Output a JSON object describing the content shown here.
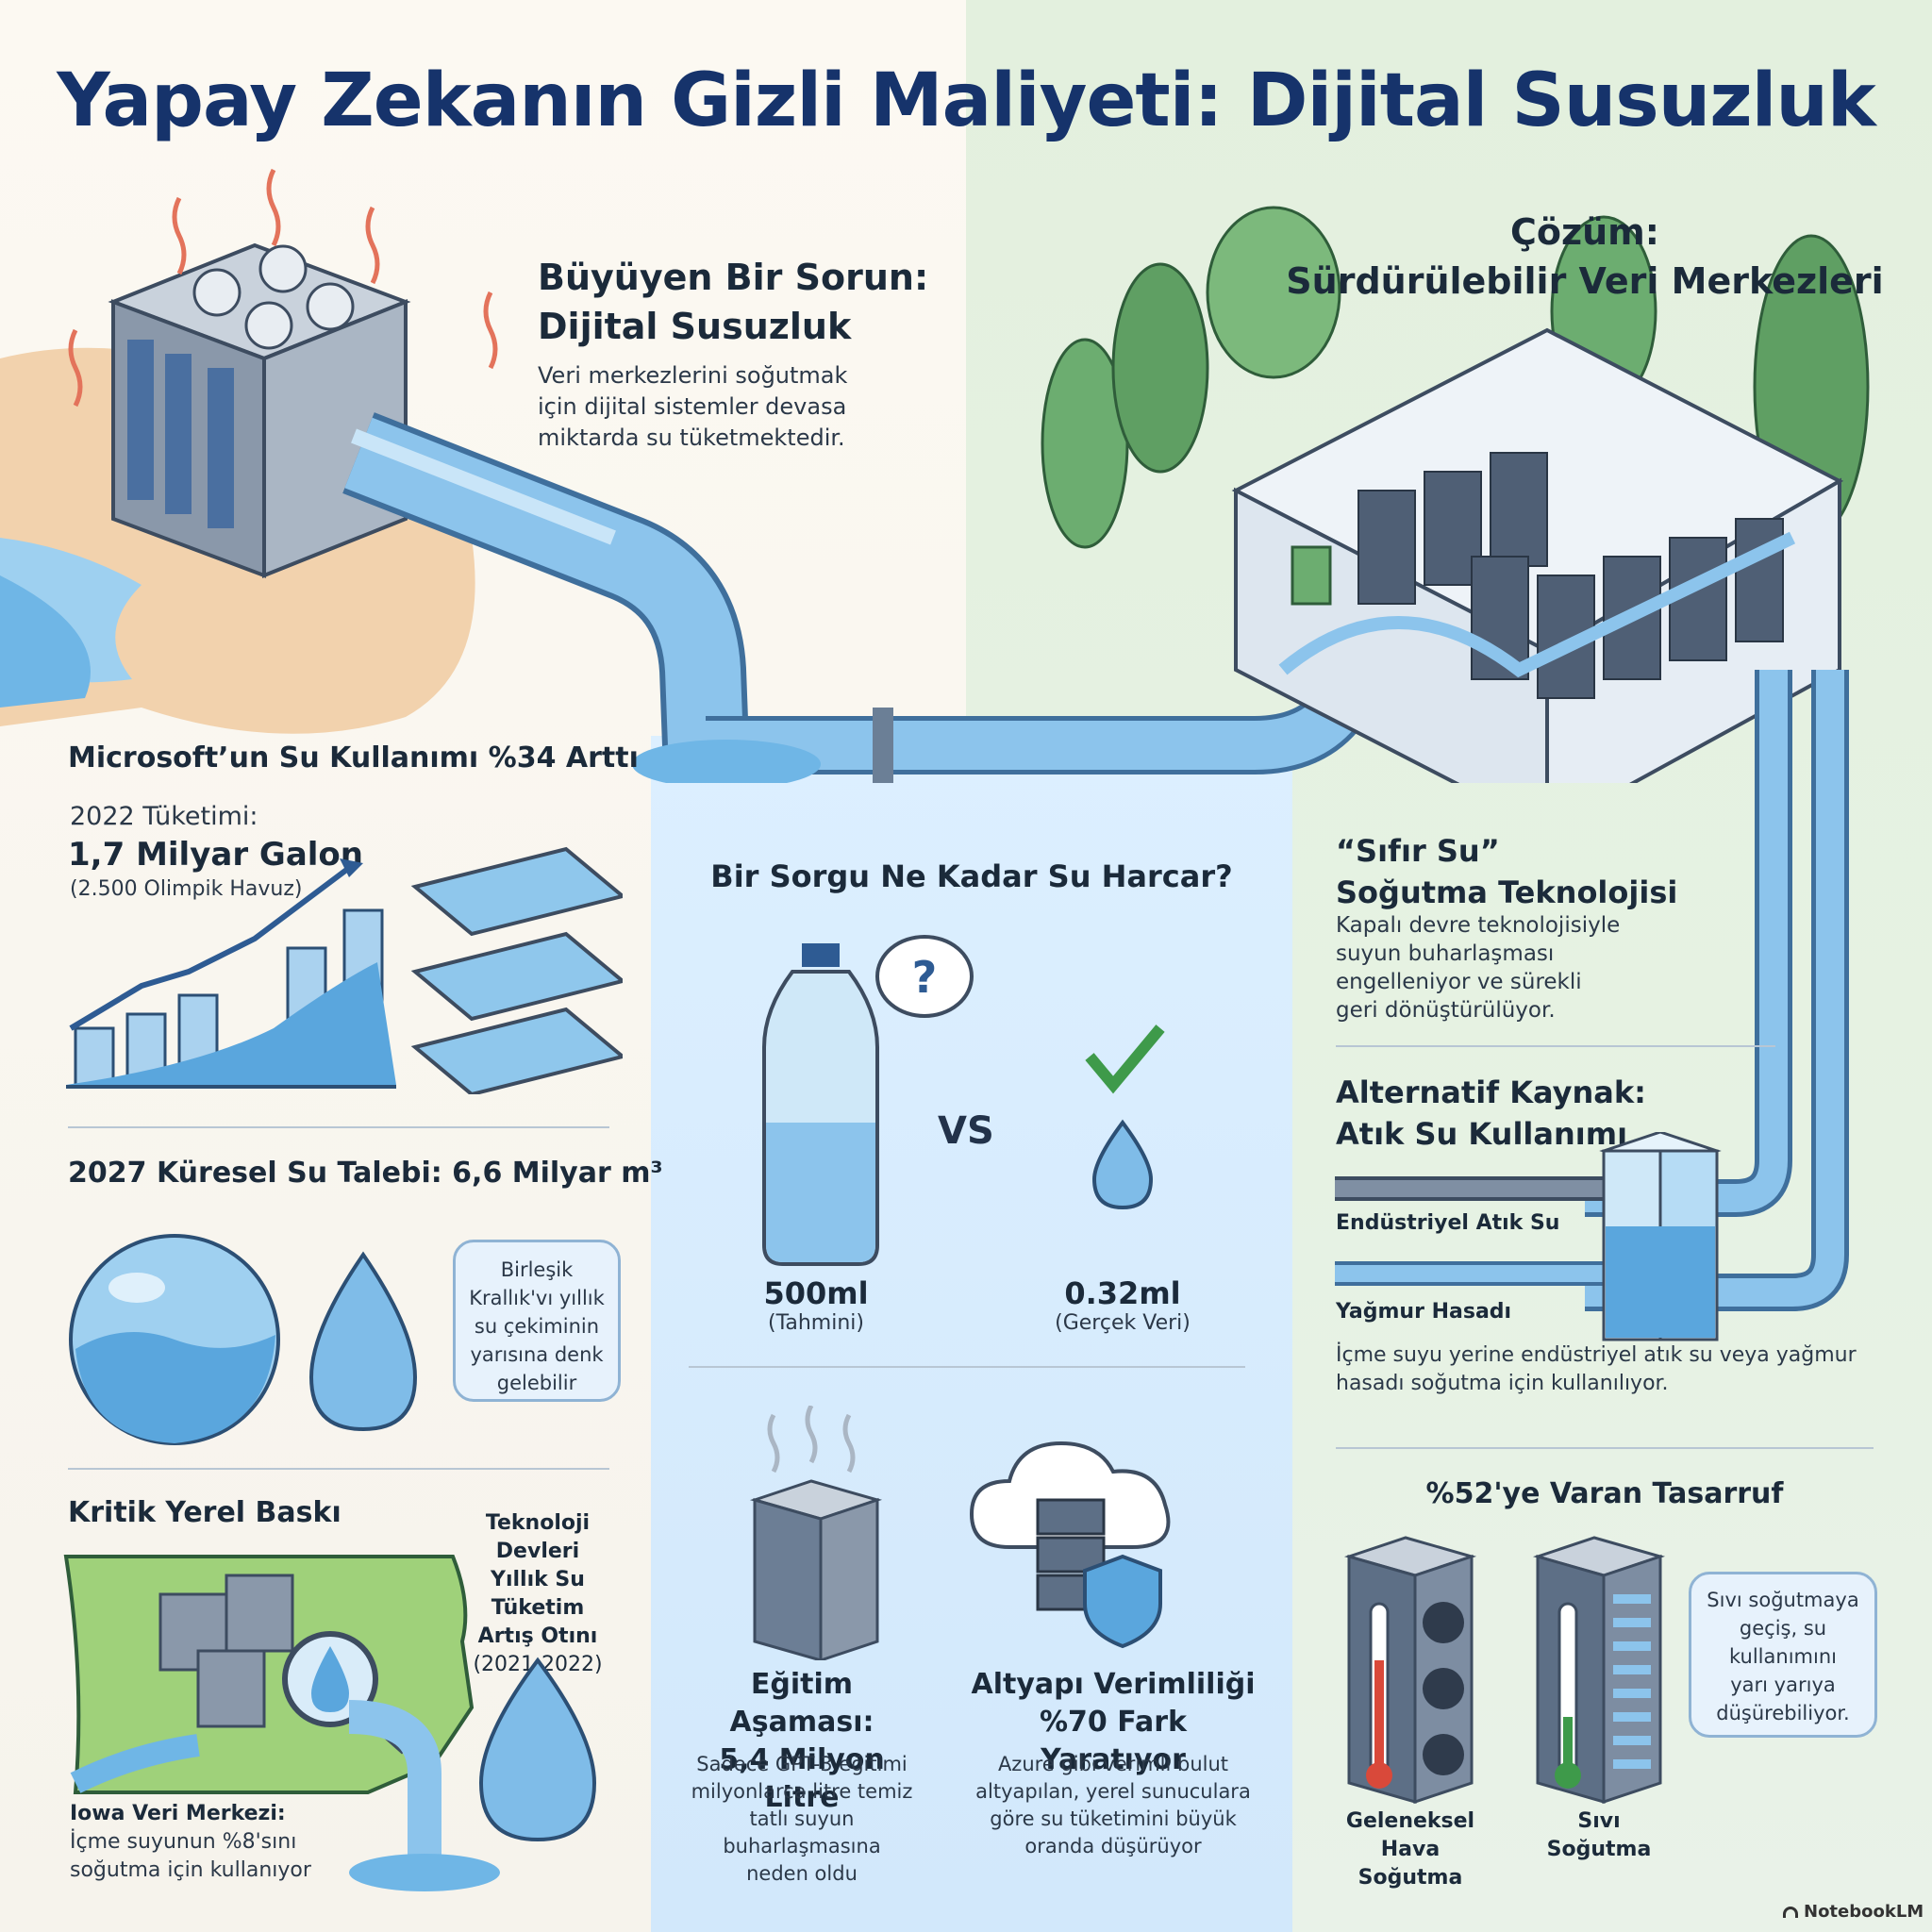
{
  "title": "Yapay Zekanın Gizli Maliyeti: Dijital Susuzluk",
  "problem": {
    "heading_line1": "Büyüyen Bir Sorun:",
    "heading_line2": "Dijital Susuzluk",
    "text_line1": "Veri merkezlerini soğutmak",
    "text_line2": "için dijital sistemler devasa",
    "text_line3": "miktarda su tüketmektedir."
  },
  "microsoft": {
    "heading": "Microsoft’un Su Kullanımı %34 Arttı",
    "label": "2022 Tüketimi:",
    "value": "1,7 Milyar Galon",
    "note": "(2.500 Olimpik Havuz)"
  },
  "global": {
    "heading": "2027 Küresel Su Talebi: 6,6 Milyar m³",
    "bubble_line1": "Birleşik",
    "bubble_line2": "Krallık'vı yıllık",
    "bubble_line3": "su çekiminin",
    "bubble_line4": "yarısına denk",
    "bubble_line5": "gelebilir"
  },
  "local": {
    "heading": "Kritik Yerel Baskı",
    "tech_line1": "Teknoloji Devleri",
    "tech_line2": "Yıllık Su Tüketim",
    "tech_line3": "Artış Otını",
    "tech_line4": "(2021-2022)",
    "iowa_line1": "Iowa Veri Merkezi:",
    "iowa_line2": "İçme suyunun %8'sını",
    "iowa_line3": "soğutma için kullanıyor"
  },
  "query": {
    "heading": "Bir Sorgu Ne Kadar Su Harcar?",
    "question": "?",
    "vs": "VS",
    "left_value": "500ml",
    "left_note": "(Tahmini)",
    "right_value": "0.32ml",
    "right_note": "(Gerçek Veri)"
  },
  "training": {
    "heading_line1": "Eğitim Aşaması:",
    "heading_line2": "5,4 Milyon Litre",
    "text_line1": "Sadece GPT-3 eğitimi",
    "text_line2": "milyonlarca litre temiz",
    "text_line3": "tatlı suyun buharlaşmasına",
    "text_line4": "neden oldu"
  },
  "infra": {
    "heading_line1": "Altyapı Verimliliği",
    "heading_line2": "%70 Fark Yaratıyor",
    "text_line1": "Azure gibi verimli bulut",
    "text_line2": "altyapılan, yerel sunuculara",
    "text_line3": "göre su tüketimini büyük",
    "text_line4": "oranda düşürüyor"
  },
  "solution": {
    "heading_line1": "Çözüm:",
    "heading_line2": "Sürdürülebilir Veri Merkezleri"
  },
  "zero": {
    "heading_line1": "“Sıfır Su”",
    "heading_line2": "Soğutma Teknolojisi",
    "text_line1": "Kapalı devre teknolojisiyle",
    "text_line2": "suyun buharlaşması",
    "text_line3": "engelleniyor ve sürekli",
    "text_line4": "geri dönüştürülüyor."
  },
  "alt": {
    "heading_line1": "Alternatif Kaynak:",
    "heading_line2": "Atık Su Kullanımı",
    "label_industrial": "Endüstriyel Atık Su",
    "label_rain": "Yağmur Hasadı",
    "text_line1": "İçme suyu yerine endüstriyel atık su veya yağmur",
    "text_line2": "hasadı soğutma için kullanılıyor."
  },
  "saving": {
    "heading": "%52'ye Varan Tasarruf",
    "air_line1": "Geleneksel",
    "air_line2": "Hava Soğutma",
    "liquid_line1": "Sıvı",
    "liquid_line2": "Soğutma",
    "bubble_line1": "Sıvı soğutmaya",
    "bubble_line2": "geçiş, su",
    "bubble_line3": "kullanımını",
    "bubble_line4": "yarı yarıya",
    "bubble_line5": "düşürebiliyor."
  },
  "brand": "NotebookLM",
  "colors": {
    "title": "#16336b",
    "water": "#5aa6dd",
    "pipe": "#8cc4ec",
    "green_panel": "#e3f0de",
    "blue_panel": "#d6eafb"
  }
}
